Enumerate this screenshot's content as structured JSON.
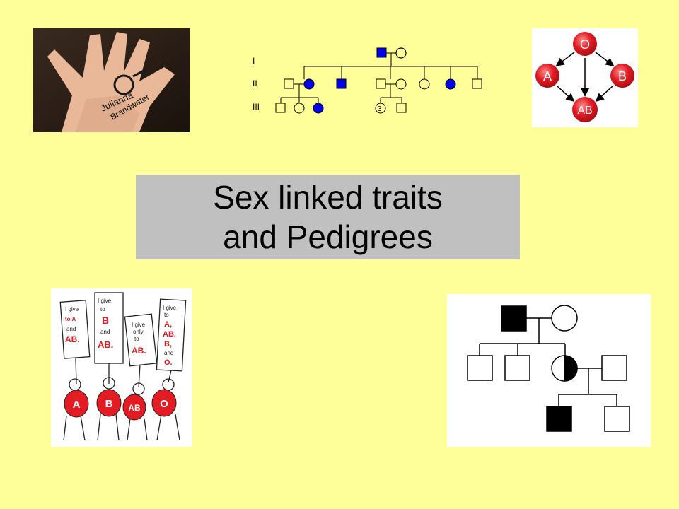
{
  "slide": {
    "title_line1": "Sex linked traits",
    "title_line2": "and Pedigrees",
    "background_color": "#ffff99",
    "title_box_color": "#c0c0c0"
  },
  "photo_hand": {
    "handwriting_line1": "Julianna",
    "handwriting_line2": "Brandwater"
  },
  "pedigree_small": {
    "generation_labels": [
      "I",
      "II",
      "III"
    ],
    "child_count_label": "3",
    "affected_color": "#0000ee"
  },
  "blood_type_chart": {
    "cells": [
      "O",
      "A",
      "B",
      "AB"
    ],
    "cell_color": "#e31b23"
  },
  "cartoon_donors": {
    "sign1_lines": [
      "I give",
      "to A",
      "and",
      "AB."
    ],
    "sign2_lines": [
      "I give",
      "to",
      "B",
      "and",
      "AB."
    ],
    "sign3_lines": [
      "I give",
      "only",
      "to",
      "AB."
    ],
    "sign4_lines": [
      "I give",
      "to",
      "A,",
      "AB,",
      "B,",
      "and",
      "O."
    ],
    "shirts": [
      "A",
      "B",
      "AB",
      "O"
    ]
  },
  "pedigree_large": {
    "affected_color": "#000000"
  }
}
